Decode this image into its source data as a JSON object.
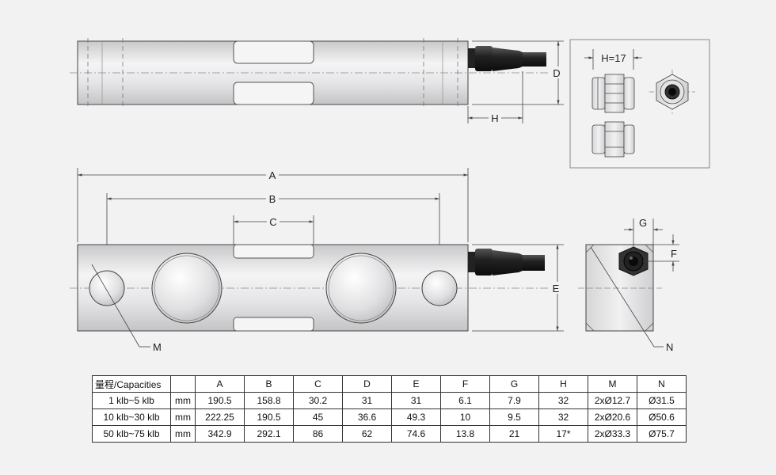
{
  "labels": {
    "A": "A",
    "B": "B",
    "C": "C",
    "D": "D",
    "E": "E",
    "F": "F",
    "G": "G",
    "H": "H",
    "M": "M",
    "N": "N",
    "H17": "H=17"
  },
  "table": {
    "headers": [
      "量程/Capacities",
      "",
      "A",
      "B",
      "C",
      "D",
      "E",
      "F",
      "G",
      "H",
      "M",
      "N"
    ],
    "rows": [
      [
        "1 klb~5 klb",
        "mm",
        "190.5",
        "158.8",
        "30.2",
        "31",
        "31",
        "6.1",
        "7.9",
        "32",
        "2xØ12.7",
        "Ø31.5"
      ],
      [
        "10 klb~30 klb",
        "mm",
        "222.25",
        "190.5",
        "45",
        "36.6",
        "49.3",
        "10",
        "9.5",
        "32",
        "2xØ20.6",
        "Ø50.6"
      ],
      [
        "50 klb~75 klb",
        "mm",
        "342.9",
        "292.1",
        "86",
        "62",
        "74.6",
        "13.8",
        "21",
        "17*",
        "2xØ33.3",
        "Ø75.7"
      ]
    ]
  }
}
